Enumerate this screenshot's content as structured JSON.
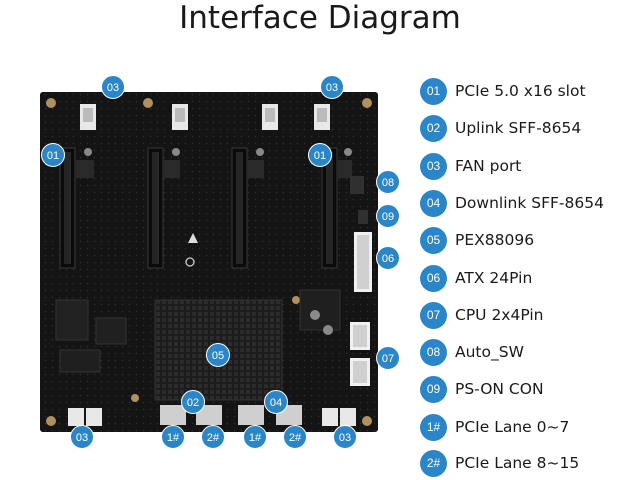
{
  "title": "Interface Diagram",
  "colors": {
    "accent": "#2a86c8",
    "pcb": "#161616",
    "text": "#1a1a1a"
  },
  "board_callouts": {
    "fan_top_left": "03",
    "fan_top_right": "03",
    "pcie_left": "01",
    "pcie_right": "01",
    "auto_sw": "08",
    "ps_on": "09",
    "atx": "06",
    "pex": "05",
    "cpu": "07",
    "downlink_left": "02",
    "downlink_right": "04",
    "fan_bottom_left": "03",
    "lane0_left": "1#",
    "lane8_left": "2#",
    "lane0_right": "1#",
    "lane8_right": "2#",
    "fan_bottom_right": "03"
  },
  "legend": [
    {
      "num": "01",
      "label": "PCIe 5.0 x16 slot"
    },
    {
      "num": "02",
      "label": "Uplink SFF-8654"
    },
    {
      "num": "03",
      "label": "FAN port"
    },
    {
      "num": "04",
      "label": "Downlink SFF-8654"
    },
    {
      "num": "05",
      "label": "PEX88096"
    },
    {
      "num": "06",
      "label": "ATX 24Pin"
    },
    {
      "num": "07",
      "label": "CPU 2x4Pin"
    },
    {
      "num": "08",
      "label": "Auto_SW"
    },
    {
      "num": "09",
      "label": "PS-ON CON"
    },
    {
      "num": "1#",
      "label": "PCIe Lane 0~7"
    },
    {
      "num": "2#",
      "label": "PCIe Lane 8~15"
    }
  ]
}
